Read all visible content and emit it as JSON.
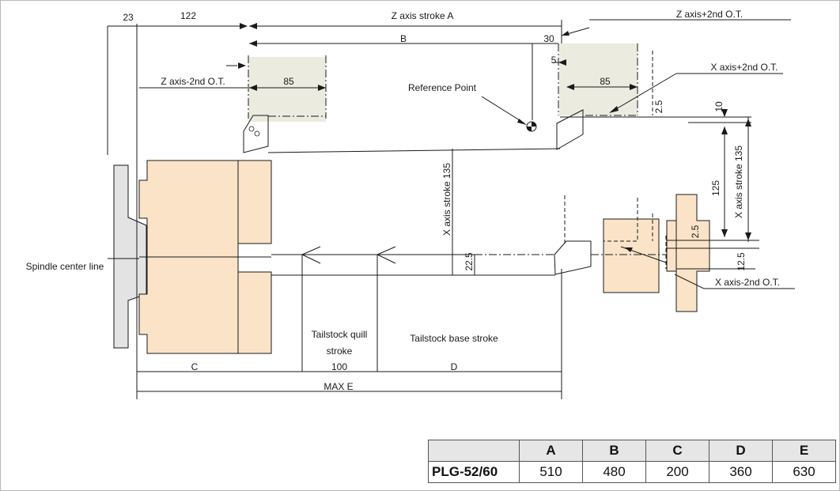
{
  "labels": {
    "dim_23": "23",
    "dim_122": "122",
    "z_stroke_a": "Z axis stroke A",
    "z_plus_ot": "Z axis+2nd O.T.",
    "dim_b": "B",
    "dim_30": "30",
    "dim_5": "5",
    "x_plus_ot": "X axis+2nd O.T.",
    "z_minus_ot": "Z axis-2nd O.T.",
    "dim_85_left": "85",
    "dim_85_right": "85",
    "reference_point": "Reference Point",
    "dim_2_5_top": "2.5",
    "dim_10": "10",
    "x_stroke_135_mid": "X axis stroke 135",
    "x_stroke_135_right": "X axis stroke 135",
    "dim_125": "125",
    "dim_2_5_right": "2.5",
    "dim_22_5": "22.5",
    "dim_12_5": "12.5",
    "x_minus_ot": "X axis-2nd O.T.",
    "spindle_center_line": "Spindle center line",
    "tailstock_quill_1": "Tailstock quill",
    "tailstock_quill_2": "stroke",
    "tailstock_base_stroke": "Tailstock base stroke",
    "dim_100": "100",
    "dim_c": "C",
    "dim_d": "D",
    "max_e": "MAX  E"
  },
  "table": {
    "headers": [
      "A",
      "B",
      "C",
      "D",
      "E"
    ],
    "rows": [
      {
        "model": "PLG-52/60",
        "values": [
          "510",
          "480",
          "200",
          "360",
          "630"
        ]
      }
    ]
  }
}
